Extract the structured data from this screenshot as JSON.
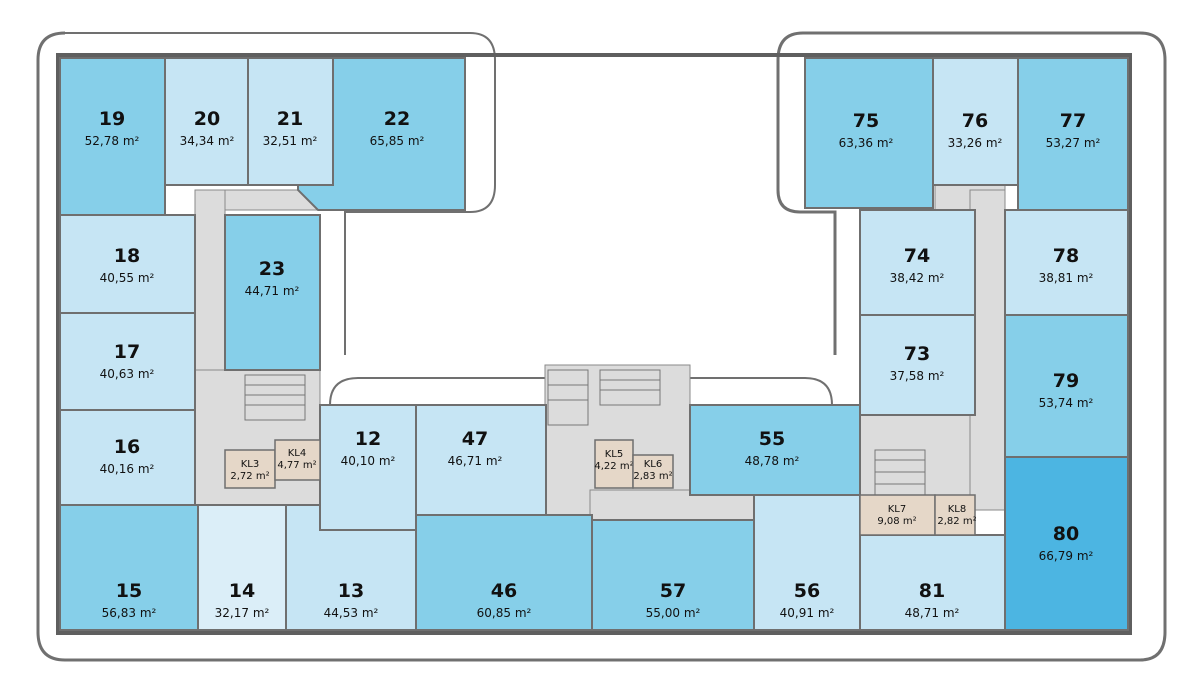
{
  "colors": {
    "very_light": "#dbeef8",
    "light": "#c6e5f4",
    "medium": "#86cfe9",
    "medium_dark": "#76c6e6",
    "dark": "#4cb5e2",
    "storage": "#e5d7c8",
    "corridor": "#dcdcdc",
    "wall": "#6f6f6f",
    "terrace": "#ffffff"
  },
  "units": [
    {
      "id": "19",
      "number": "19",
      "area": "52,78 m²",
      "shade": "medium"
    },
    {
      "id": "20",
      "number": "20",
      "area": "34,34 m²",
      "shade": "light"
    },
    {
      "id": "21",
      "number": "21",
      "area": "32,51 m²",
      "shade": "light"
    },
    {
      "id": "22",
      "number": "22",
      "area": "65,85 m²",
      "shade": "medium"
    },
    {
      "id": "18",
      "number": "18",
      "area": "40,55 m²",
      "shade": "light"
    },
    {
      "id": "23",
      "number": "23",
      "area": "44,71 m²",
      "shade": "medium"
    },
    {
      "id": "17",
      "number": "17",
      "area": "40,63 m²",
      "shade": "light"
    },
    {
      "id": "16",
      "number": "16",
      "area": "40,16 m²",
      "shade": "light"
    },
    {
      "id": "15",
      "number": "15",
      "area": "56,83 m²",
      "shade": "medium"
    },
    {
      "id": "14",
      "number": "14",
      "area": "32,17 m²",
      "shade": "very_light"
    },
    {
      "id": "13",
      "number": "13",
      "area": "44,53 m²",
      "shade": "light"
    },
    {
      "id": "12",
      "number": "12",
      "area": "40,10 m²",
      "shade": "light"
    },
    {
      "id": "47",
      "number": "47",
      "area": "46,71 m²",
      "shade": "light"
    },
    {
      "id": "46",
      "number": "46",
      "area": "60,85 m²",
      "shade": "medium"
    },
    {
      "id": "57",
      "number": "57",
      "area": "55,00 m²",
      "shade": "medium"
    },
    {
      "id": "55",
      "number": "55",
      "area": "48,78 m²",
      "shade": "medium"
    },
    {
      "id": "56",
      "number": "56",
      "area": "40,91 m²",
      "shade": "light"
    },
    {
      "id": "81",
      "number": "81",
      "area": "48,71 m²",
      "shade": "light"
    },
    {
      "id": "80",
      "number": "80",
      "area": "66,79 m²",
      "shade": "dark"
    },
    {
      "id": "79",
      "number": "79",
      "area": "53,74 m²",
      "shade": "medium"
    },
    {
      "id": "73",
      "number": "73",
      "area": "37,58 m²",
      "shade": "light"
    },
    {
      "id": "74",
      "number": "74",
      "area": "38,42 m²",
      "shade": "light"
    },
    {
      "id": "78",
      "number": "78",
      "area": "38,81 m²",
      "shade": "light"
    },
    {
      "id": "75",
      "number": "75",
      "area": "63,36 m²",
      "shade": "medium"
    },
    {
      "id": "76",
      "number": "76",
      "area": "33,26 m²",
      "shade": "light"
    },
    {
      "id": "77",
      "number": "77",
      "area": "53,27 m²",
      "shade": "medium"
    }
  ],
  "storage": [
    {
      "id": "KL3",
      "number": "KL3",
      "area": "2,72 m²"
    },
    {
      "id": "KL4",
      "number": "KL4",
      "area": "4,77 m²"
    },
    {
      "id": "KL5",
      "number": "KL5",
      "area": "4,22 m²"
    },
    {
      "id": "KL6",
      "number": "KL6",
      "area": "2,83 m²"
    },
    {
      "id": "KL7",
      "number": "KL7",
      "area": "9,08 m²"
    },
    {
      "id": "KL8",
      "number": "KL8",
      "area": "2,82 m²"
    }
  ]
}
